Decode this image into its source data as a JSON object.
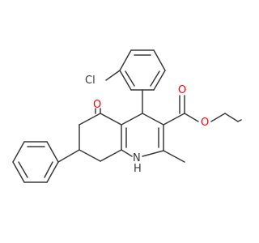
{
  "molecule": {
    "atom_labels": {
      "chlorine": "Cl",
      "ketone_oxygen": "O",
      "ester_carbonyl_oxygen": "O",
      "ester_ether_oxygen": "O",
      "amine_n": "N",
      "amine_h": "H"
    },
    "colors": {
      "bond": "#3a3a3a",
      "oxygen": "#ff0000",
      "text": "#3a3a3a",
      "background": "#ffffff"
    }
  }
}
